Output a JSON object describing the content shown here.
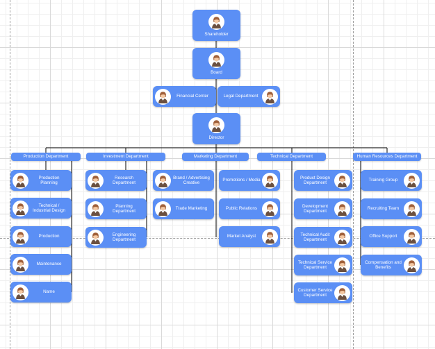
{
  "colors": {
    "node": "#5b8ff5",
    "connector": "#000000",
    "page_break": "#9e9e9e"
  },
  "avatar_icon": "person-avatar-icon",
  "top_chain": {
    "shareholder": "Shareholder",
    "board": "Board",
    "financial_center": "Financial Center",
    "legal_department": "Legal Department",
    "director": "Director"
  },
  "departments": [
    {
      "name": "Production Department",
      "units": [
        "Production Planning",
        "Technical / Industrial Design",
        "Production",
        "Maintenance",
        "Name"
      ]
    },
    {
      "name": "Investment Department",
      "units": [
        "Research Department",
        "Planning Department",
        "Engineering Department"
      ]
    },
    {
      "name": "Marketing Department",
      "units": [
        "Brand / Advertising Creative",
        "Trade Marketing",
        "Promotions / Media",
        "Public Relations",
        "Market Analyst"
      ]
    },
    {
      "name": "Technical Department",
      "units": [
        "Product Design Department",
        "Development Department",
        "Technical Audit Department",
        "Technical Service Department",
        "Customer Service Department"
      ]
    },
    {
      "name": "Human Resources Department",
      "units": [
        "Training Group",
        "Recruiting Team",
        "Office Support",
        "Compensation and Benefits"
      ]
    }
  ]
}
